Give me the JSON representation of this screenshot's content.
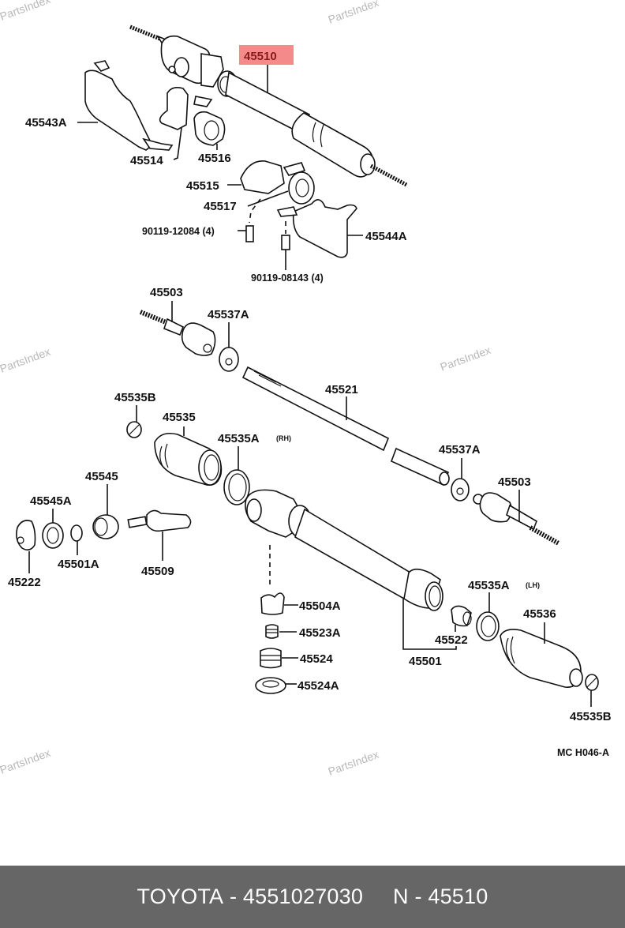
{
  "watermark": "PartsIndex",
  "highlight_color": "#f48a8a",
  "footer_color": "#666666",
  "diagram_code": "MC  H046-A",
  "highlighted_part": "45510",
  "callouts": {
    "p45510": "45510",
    "p45543A": "45543A",
    "p45514": "45514",
    "p45516": "45516",
    "p45515": "45515",
    "p45517": "45517",
    "p90119_12084": "90119-12084 (4)",
    "p45544A": "45544A",
    "p90119_08143": "90119-08143 (4)",
    "p45503_left": "45503",
    "p45537A_left": "45537A",
    "p45521": "45521",
    "p45535B_left": "45535B",
    "p45535": "45535",
    "p45535A_rh": "45535A",
    "rh_note": "(RH)",
    "p45537A_right": "45537A",
    "p45503_right": "45503",
    "p45545": "45545",
    "p45545A": "45545A",
    "p45501A": "45501A",
    "p45509": "45509",
    "p45222": "45222",
    "p45504A": "45504A",
    "p45523A": "45523A",
    "p45524": "45524",
    "p45524A": "45524A",
    "p45535A_lh": "45535A",
    "lh_note": "(LH)",
    "p45536": "45536",
    "p45522": "45522",
    "p45501": "45501",
    "p45535B_right": "45535B"
  },
  "footer": {
    "brand": "TOYOTA",
    "separator": "-",
    "part_number": "4551027030",
    "ref_prefix": "N",
    "ref_number": "45510"
  }
}
